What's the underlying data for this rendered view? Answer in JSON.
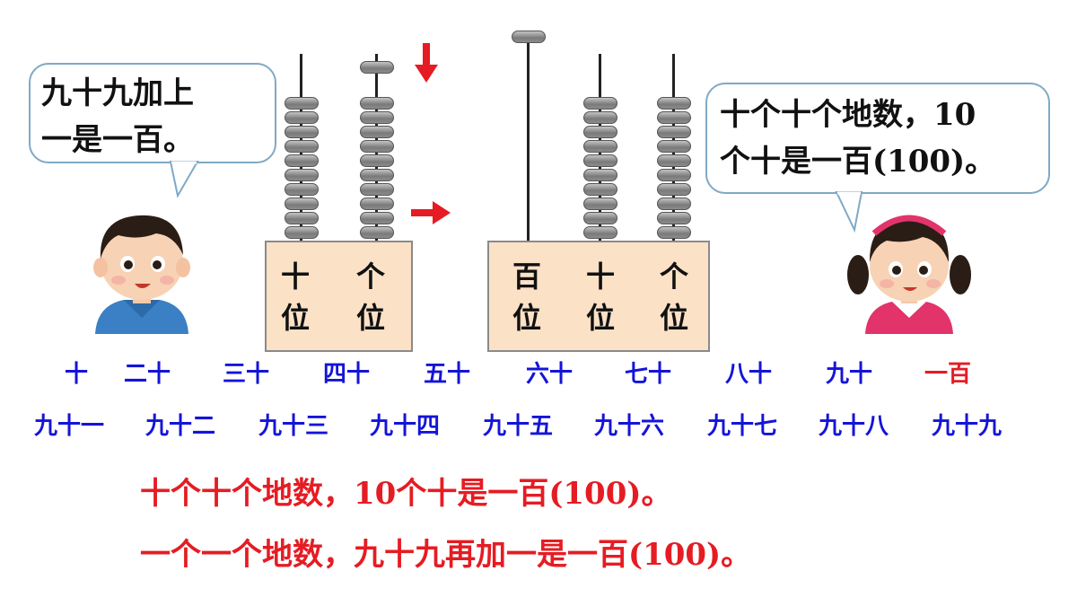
{
  "bubble_left": {
    "line1": "九十九加上",
    "line2": "一是一百。"
  },
  "bubble_right": {
    "line1": "十个十个地数，10",
    "line2": "个十是一百(100)。"
  },
  "abacus_left": {
    "places": [
      "十",
      "个"
    ],
    "suffix": "位",
    "bead_counts": [
      10,
      10
    ],
    "arrow_bead": true
  },
  "abacus_right": {
    "places": [
      "百",
      "十",
      "个"
    ],
    "suffix": "位",
    "bead_counts": [
      1,
      10,
      10
    ]
  },
  "arrows": {
    "down": "red-down-arrow",
    "right": "red-right-arrow",
    "color": "#e51c23"
  },
  "tens_row": [
    "十",
    "二十",
    "三十",
    "四十",
    "五十",
    "六十",
    "七十",
    "八十",
    "九十",
    "一百"
  ],
  "ninety_row": [
    "九十一",
    "九十二",
    "九十三",
    "九十四",
    "九十五",
    "九十六",
    "九十七",
    "九十八",
    "九十九"
  ],
  "summary": {
    "line1": "十个十个地数，10个十是一百(100)。",
    "line2": "一个一个地数，九十九再加一是一百(100)。"
  },
  "colors": {
    "blue_text": "#1414d8",
    "red_text": "#e51c23",
    "label_bg": "#fbe1c6",
    "bubble_border": "#7fa9c6"
  }
}
